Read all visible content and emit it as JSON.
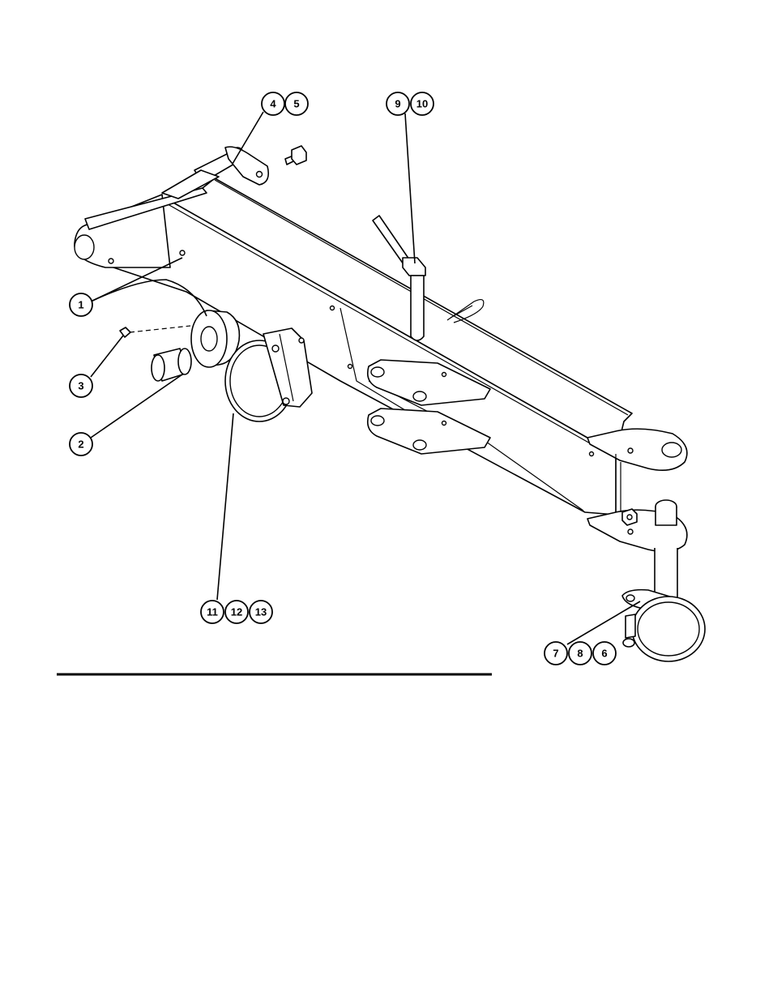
{
  "callouts": [
    {
      "id": "c1",
      "label": "1"
    },
    {
      "id": "c2",
      "label": "2"
    },
    {
      "id": "c3",
      "label": "3"
    },
    {
      "id": "c4",
      "label": "4"
    },
    {
      "id": "c5",
      "label": "5"
    },
    {
      "id": "c6",
      "label": "6"
    },
    {
      "id": "c7",
      "label": "7"
    },
    {
      "id": "c8",
      "label": "8"
    },
    {
      "id": "c9",
      "label": "9"
    },
    {
      "id": "c10",
      "label": "10"
    },
    {
      "id": "c11",
      "label": "11"
    },
    {
      "id": "c12",
      "label": "12"
    },
    {
      "id": "c13",
      "label": "13"
    }
  ],
  "colors": {
    "line": "#000000",
    "background": "#ffffff"
  }
}
